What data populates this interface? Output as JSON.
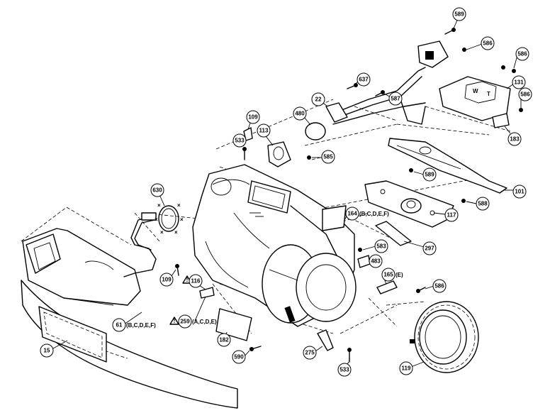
{
  "callouts": [
    {
      "id": "589-top",
      "label": "589"
    },
    {
      "id": "586-a",
      "label": "586"
    },
    {
      "id": "586-b",
      "label": "586"
    },
    {
      "id": "131",
      "label": "131"
    },
    {
      "id": "586-c",
      "label": "586"
    },
    {
      "id": "183",
      "label": "183"
    },
    {
      "id": "637",
      "label": "637"
    },
    {
      "id": "22",
      "label": "22"
    },
    {
      "id": "587",
      "label": "587"
    },
    {
      "id": "109-top",
      "label": "109"
    },
    {
      "id": "480",
      "label": "480"
    },
    {
      "id": "113",
      "label": "113"
    },
    {
      "id": "533-left",
      "label": "533"
    },
    {
      "id": "585",
      "label": "585"
    },
    {
      "id": "589-mid",
      "label": "589"
    },
    {
      "id": "101",
      "label": "101"
    },
    {
      "id": "630",
      "label": "630"
    },
    {
      "id": "588",
      "label": "588"
    },
    {
      "id": "117",
      "label": "117"
    },
    {
      "id": "164",
      "label": "164"
    },
    {
      "id": "297",
      "label": "297"
    },
    {
      "id": "583",
      "label": "583"
    },
    {
      "id": "483",
      "label": "483"
    },
    {
      "id": "165",
      "label": "165"
    },
    {
      "id": "109-left",
      "label": "109"
    },
    {
      "id": "116",
      "label": "116"
    },
    {
      "id": "590",
      "label": "590"
    },
    {
      "id": "61",
      "label": "61"
    },
    {
      "id": "259",
      "label": "259"
    },
    {
      "id": "182",
      "label": "182"
    },
    {
      "id": "586-d",
      "label": "586"
    },
    {
      "id": "275",
      "label": "275"
    },
    {
      "id": "533-bottom",
      "label": "533"
    },
    {
      "id": "119",
      "label": "119"
    },
    {
      "id": "15",
      "label": "15"
    }
  ],
  "annotations": {
    "a164": "(B,C,D,E,F)",
    "a165": "(E)",
    "a61": "(B,C,D,E,F)",
    "a259": "(A,C,D,E)"
  },
  "warning_symbol": "warning-triangle"
}
